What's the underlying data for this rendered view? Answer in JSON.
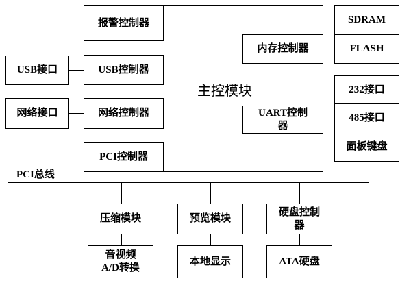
{
  "main_module": {
    "title": "主控模块",
    "alarm_controller": "报警控制器",
    "usb_controller": "USB控制器",
    "network_controller": "网络控制器",
    "pci_controller": "PCI控制器",
    "memory_controller": "内存控制器",
    "uart_controller": "UART控制器"
  },
  "left_interfaces": {
    "usb_port": "USB接口",
    "network_port": "网络接口"
  },
  "memory": {
    "sdram": "SDRAM",
    "flash": "FLASH"
  },
  "serial": {
    "port_232": "232接口",
    "port_485": "485接口",
    "panel_keyboard": "面板键盘"
  },
  "bus": {
    "label": "PCI总线"
  },
  "bottom": {
    "compression_module": "压缩模块",
    "preview_module": "预览模块",
    "hdd_controller": "硬盘控制器",
    "av_ad_converter": "音视频A/D转换",
    "local_display": "本地显示",
    "ata_hdd": "ATA硬盘"
  }
}
